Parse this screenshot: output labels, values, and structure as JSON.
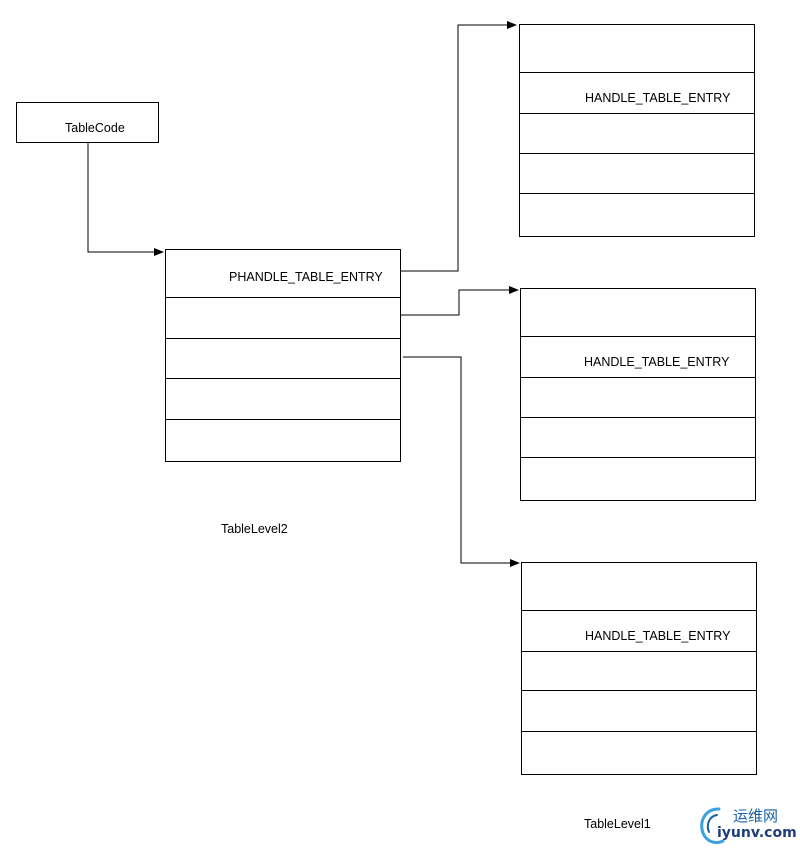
{
  "table_code": {
    "label": "TableCode"
  },
  "level2": {
    "header_label": "PHANDLE_TABLE_ENTRY",
    "caption": "TableLevel2"
  },
  "level1": {
    "tables": [
      {
        "entry_label": "HANDLE_TABLE_ENTRY"
      },
      {
        "entry_label": "HANDLE_TABLE_ENTRY"
      },
      {
        "entry_label": "HANDLE_TABLE_ENTRY"
      }
    ],
    "caption": "TableLevel1"
  },
  "watermark": {
    "cn": "运维网",
    "en": "iyunv.com",
    "color": "#1a5fa8"
  }
}
